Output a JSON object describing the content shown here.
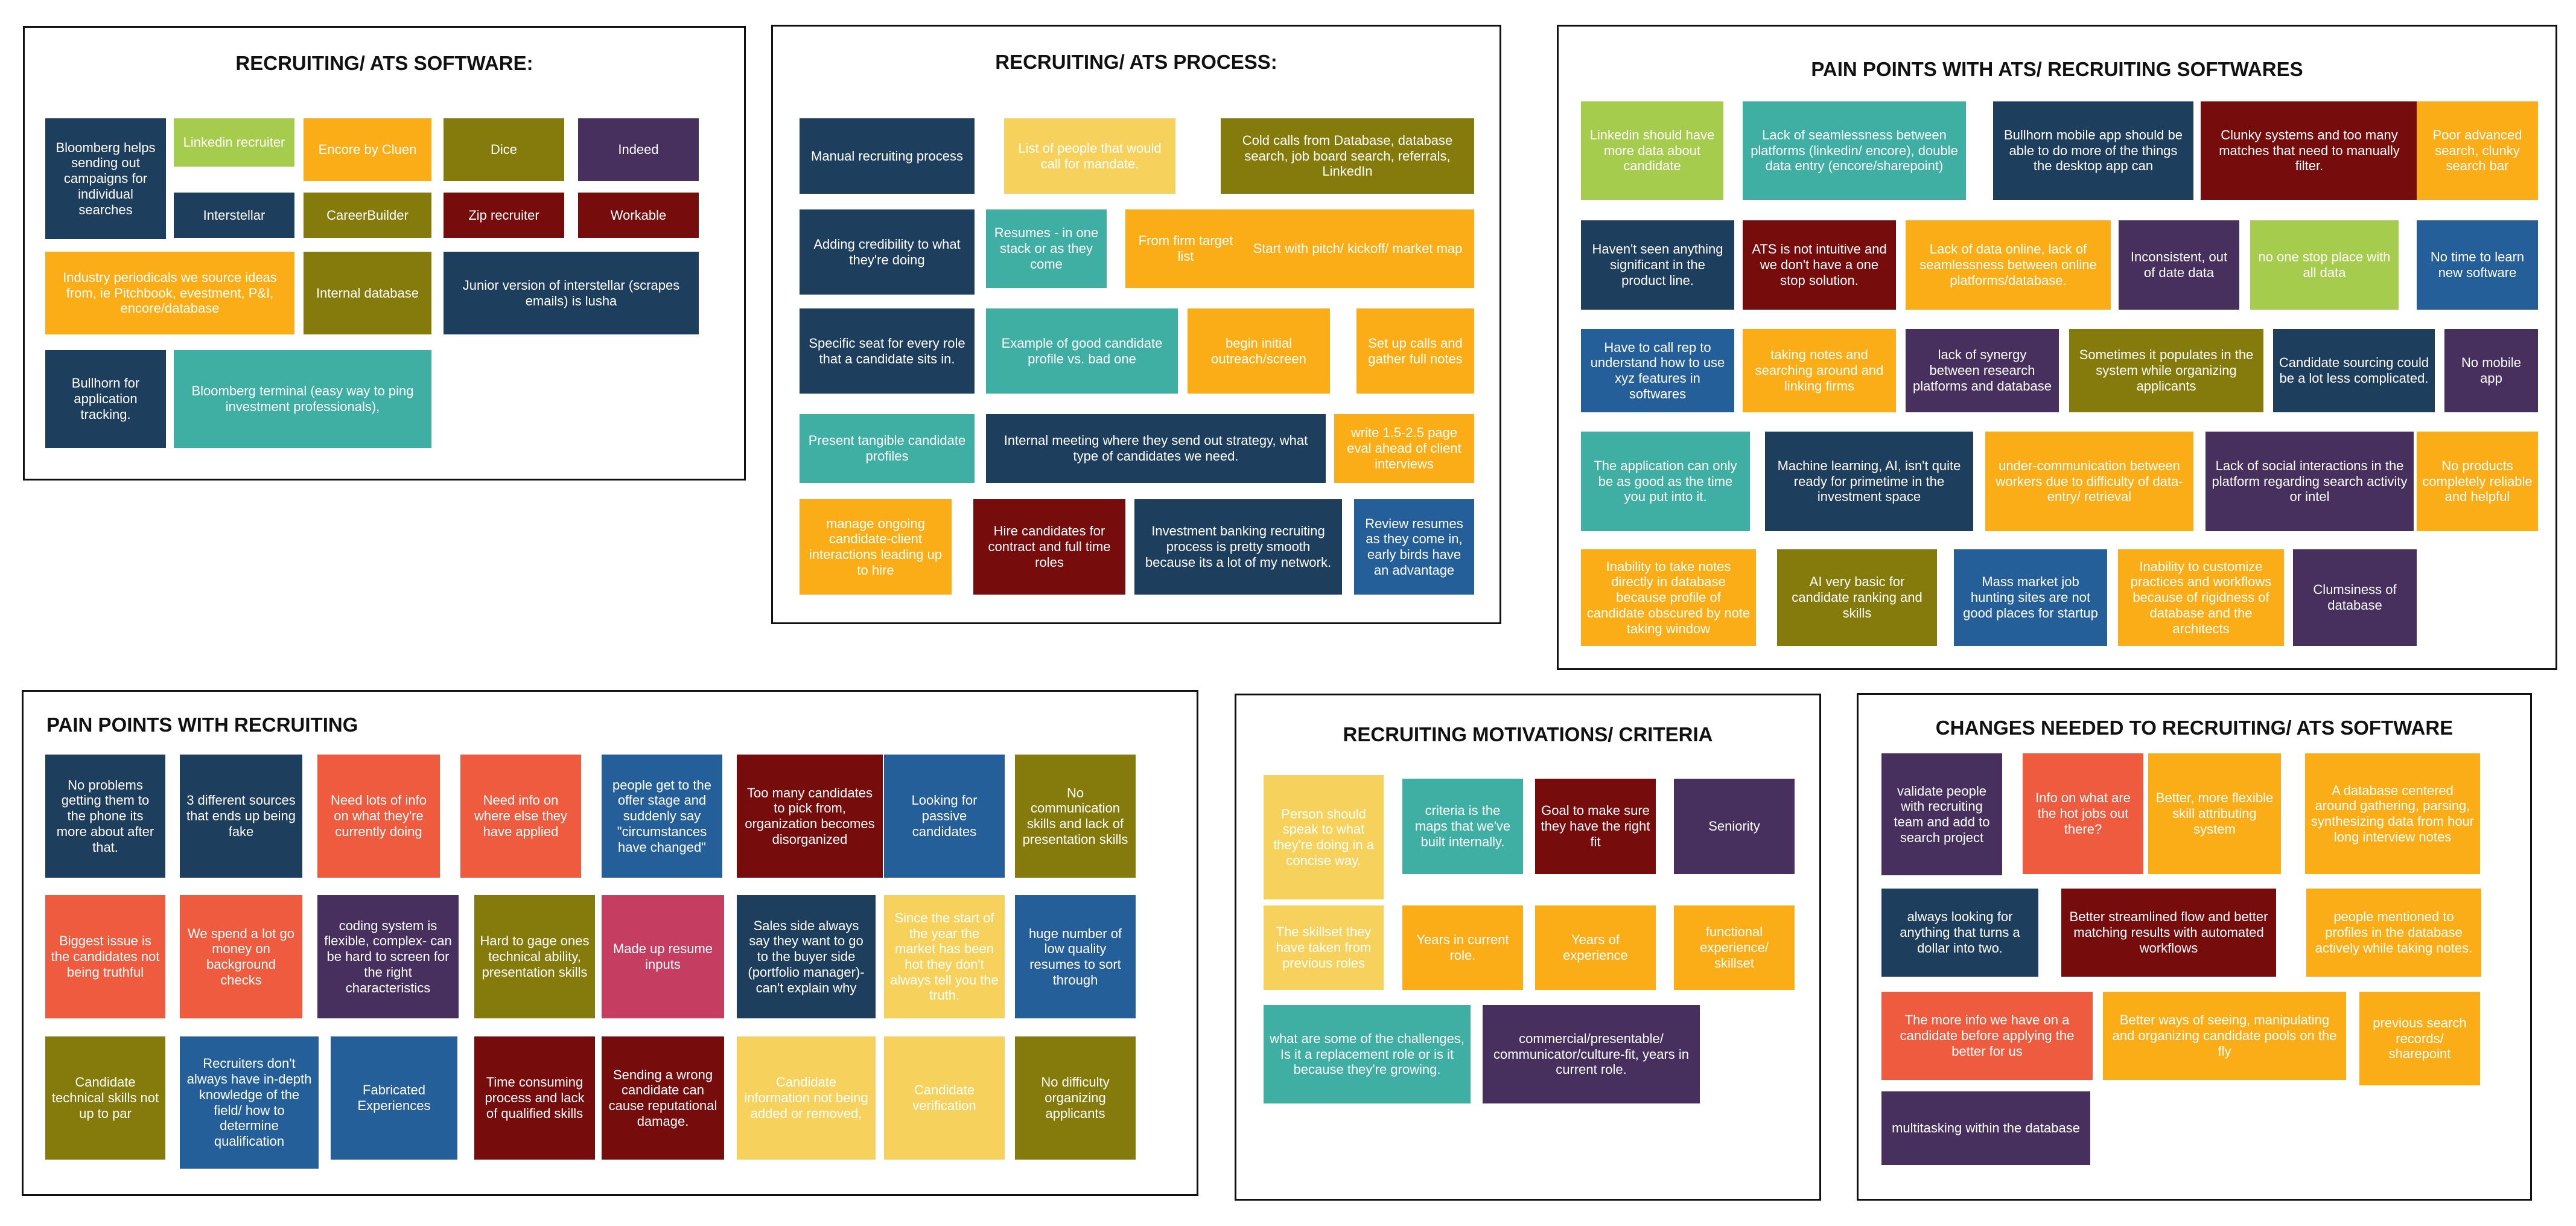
{
  "colors": {
    "navy": "#1d3e5c",
    "lime": "#a6cc4e",
    "amber": "#fbad17",
    "olive": "#857b0d",
    "purple": "#472f5e",
    "maroon": "#770c0c",
    "teal": "#3faea3",
    "yellow": "#f6d25c",
    "coral": "#ee5b3e",
    "blue": "#245f99",
    "rose": "#c53d60"
  },
  "panels": [
    {
      "title": "RECRUITING/ ATS SOFTWARE:",
      "notes": [
        {
          "text": "Bloomberg helps sending out campaigns for individual searches",
          "color": "navy"
        },
        {
          "text": "Linkedin recruiter",
          "color": "lime"
        },
        {
          "text": "Encore by Cluen",
          "color": "amber"
        },
        {
          "text": "Dice",
          "color": "olive"
        },
        {
          "text": "Indeed",
          "color": "purple"
        },
        {
          "text": "Interstellar",
          "color": "navy"
        },
        {
          "text": "CareerBuilder",
          "color": "olive"
        },
        {
          "text": "Zip recruiter",
          "color": "maroon"
        },
        {
          "text": "Workable",
          "color": "maroon"
        },
        {
          "text": "Industry periodicals we source ideas from, ie Pitchbook, evestment, P&I, encore/database",
          "color": "amber"
        },
        {
          "text": "Internal database",
          "color": "olive"
        },
        {
          "text": "Junior version of interstellar (scrapes emails) is lusha",
          "color": "navy"
        },
        {
          "text": "Bullhorn for application tracking.",
          "color": "navy"
        },
        {
          "text": "Bloomberg terminal (easy way to ping investment professionals),",
          "color": "teal"
        }
      ]
    },
    {
      "title": "RECRUITING/ ATS PROCESS:",
      "notes": [
        {
          "text": "Manual recruiting process",
          "color": "navy"
        },
        {
          "text": "List of people that would call for mandate.",
          "color": "yellow"
        },
        {
          "text": "Cold calls from Database, database search, job board search, referrals, LinkedIn",
          "color": "olive"
        },
        {
          "text": "Adding credibility to what they're doing",
          "color": "navy"
        },
        {
          "text": "Resumes - in one stack or as they come",
          "color": "teal"
        },
        {
          "text": "From firm target list",
          "color": "amber"
        },
        {
          "text": "Start with pitch/ kickoff/ market map",
          "color": "amber"
        },
        {
          "text": "Specific seat for every role that a candidate sits in.",
          "color": "navy"
        },
        {
          "text": "Example of good candidate profile vs. bad one",
          "color": "teal"
        },
        {
          "text": "begin initial outreach/screen",
          "color": "amber"
        },
        {
          "text": "Set up calls and gather full notes",
          "color": "amber"
        },
        {
          "text": "Present tangible candidate profiles",
          "color": "teal"
        },
        {
          "text": "Internal meeting where they send out strategy, what type of candidates we need.",
          "color": "navy"
        },
        {
          "text": "write 1.5-2.5 page eval ahead of client interviews",
          "color": "amber"
        },
        {
          "text": "manage ongoing candidate-client interactions leading up to hire",
          "color": "amber"
        },
        {
          "text": "Hire candidates for contract and full time roles",
          "color": "maroon"
        },
        {
          "text": "Investment banking recruiting process is pretty smooth because its a lot of my network.",
          "color": "navy"
        },
        {
          "text": "Review resumes as they come in, early birds have an advantage",
          "color": "blue"
        }
      ]
    },
    {
      "title": "PAIN POINTS WITH ATS/ RECRUITING SOFTWARES",
      "notes": [
        {
          "text": "Linkedin should have more data about candidate",
          "color": "lime"
        },
        {
          "text": "Lack of seamlessness between platforms (linkedin/ encore), double data entry (encore/sharepoint)",
          "color": "teal"
        },
        {
          "text": "Bullhorn mobile app should be able to do more of the things the desktop app can",
          "color": "navy"
        },
        {
          "text": "Clunky systems and too many matches that need to manually filter.",
          "color": "maroon"
        },
        {
          "text": "Poor advanced search, clunky search bar",
          "color": "amber"
        },
        {
          "text": "Haven't seen anything significant in the product line.",
          "color": "navy"
        },
        {
          "text": "ATS is not intuitive and we don't have a one stop solution.",
          "color": "maroon"
        },
        {
          "text": "Lack of data online, lack of seamlessness between online platforms/database.",
          "color": "amber"
        },
        {
          "text": "Inconsistent, out of date data",
          "color": "purple"
        },
        {
          "text": "no one stop place with all data",
          "color": "lime"
        },
        {
          "text": "No time to learn new software",
          "color": "blue"
        },
        {
          "text": "Have to call rep to understand how to use xyz features in softwares",
          "color": "blue"
        },
        {
          "text": "taking notes and searching around and linking firms",
          "color": "amber"
        },
        {
          "text": "lack of synergy between research platforms and database",
          "color": "purple"
        },
        {
          "text": "Sometimes it populates in the system while organizing applicants",
          "color": "olive"
        },
        {
          "text": "Candidate sourcing could be a lot less complicated.",
          "color": "navy"
        },
        {
          "text": "No mobile app",
          "color": "purple"
        },
        {
          "text": "The application can only be as good as the time you put into it.",
          "color": "teal"
        },
        {
          "text": "Machine learning, AI, isn't quite ready for primetime in the investment space",
          "color": "navy"
        },
        {
          "text": "under-communication between workers due to difficulty of data-entry/ retrieval",
          "color": "amber"
        },
        {
          "text": "Lack of social interactions in the platform regarding search activity or intel",
          "color": "purple"
        },
        {
          "text": "No products completely reliable and helpful",
          "color": "amber"
        },
        {
          "text": "Inability to take notes directly in database because profile of candidate obscured by note taking window",
          "color": "amber"
        },
        {
          "text": "AI very basic for candidate ranking and skills",
          "color": "olive"
        },
        {
          "text": "Mass market job hunting sites are not good places for startup",
          "color": "blue"
        },
        {
          "text": "Inability to customize practices and workflows because of rigidness of database and the architects",
          "color": "amber"
        },
        {
          "text": "Clumsiness of database",
          "color": "purple"
        }
      ]
    },
    {
      "title": "PAIN POINTS WITH RECRUITING",
      "notes": [
        {
          "text": "No problems getting them to the phone its more about after that.",
          "color": "navy"
        },
        {
          "text": "3 different sources that ends up being fake",
          "color": "navy"
        },
        {
          "text": "Need lots of info on what they're currently doing",
          "color": "coral"
        },
        {
          "text": "Need info on where else they have applied",
          "color": "coral"
        },
        {
          "text": "people get to the offer stage and suddenly say \"circumstances have changed\"",
          "color": "blue"
        },
        {
          "text": "Too many candidates to pick from, organization becomes disorganized",
          "color": "maroon"
        },
        {
          "text": "Looking for passive candidates",
          "color": "blue"
        },
        {
          "text": "No communication skills and lack of presentation skills",
          "color": "olive"
        },
        {
          "text": "Biggest issue is the candidates not being truthful",
          "color": "coral"
        },
        {
          "text": "We spend a lot go money on background checks",
          "color": "coral"
        },
        {
          "text": "coding system is flexible, complex- can be hard to screen for the right characteristics",
          "color": "purple"
        },
        {
          "text": "Hard to gage ones technical ability, presentation skills",
          "color": "olive"
        },
        {
          "text": "Made up resume inputs",
          "color": "rose"
        },
        {
          "text": "Sales side always say they want to go to the buyer side (portfolio manager)- can't explain why",
          "color": "navy"
        },
        {
          "text": "Since the start of the year the market has been hot they don't always tell you the truth.",
          "color": "yellow"
        },
        {
          "text": "huge number of low quality resumes to sort through",
          "color": "blue"
        },
        {
          "text": "Candidate technical skills not up to par",
          "color": "olive"
        },
        {
          "text": "Recruiters don't always have in-depth knowledge of the field/ how to determine qualification",
          "color": "blue"
        },
        {
          "text": "Fabricated Experiences",
          "color": "blue"
        },
        {
          "text": "Time consuming process and lack of qualified skills",
          "color": "maroon"
        },
        {
          "text": "Sending a wrong candidate can cause reputational damage.",
          "color": "maroon"
        },
        {
          "text": "Candidate information not being added or removed,",
          "color": "yellow"
        },
        {
          "text": "Candidate verification",
          "color": "yellow"
        },
        {
          "text": "No difficulty organizing applicants",
          "color": "olive"
        }
      ]
    },
    {
      "title": "RECRUITING MOTIVATIONS/ CRITERIA",
      "notes": [
        {
          "text": "Person should speak to what they're doing in a concise way.",
          "color": "yellow"
        },
        {
          "text": "criteria is the maps that we've built internally.",
          "color": "teal"
        },
        {
          "text": "Goal to make sure they have the right fit",
          "color": "maroon"
        },
        {
          "text": "Seniority",
          "color": "purple"
        },
        {
          "text": "The skillset they have taken from previous roles",
          "color": "yellow"
        },
        {
          "text": "Years in current role.",
          "color": "amber"
        },
        {
          "text": "Years of experience",
          "color": "amber"
        },
        {
          "text": "functional experience/ skillset",
          "color": "amber"
        },
        {
          "text": "what are some of the challenges, Is it a replacement role or is it because they're growing.",
          "color": "teal"
        },
        {
          "text": "commercial/presentable/ communicator/culture-fit, years in current role.",
          "color": "purple"
        }
      ]
    },
    {
      "title": "CHANGES NEEDED TO RECRUITING/ ATS SOFTWARE",
      "notes": [
        {
          "text": "validate people with recruiting team and add to search project",
          "color": "purple"
        },
        {
          "text": "Info on what are the hot jobs out there?",
          "color": "coral"
        },
        {
          "text": "Better, more flexible skill attributing system",
          "color": "amber"
        },
        {
          "text": "A database centered around gathering, parsing, synthesizing data from hour long interview notes",
          "color": "amber"
        },
        {
          "text": "always looking for anything that turns a dollar into two.",
          "color": "navy"
        },
        {
          "text": "Better streamlined flow and better matching results with automated workflows",
          "color": "maroon"
        },
        {
          "text": "people mentioned to profiles in the database actively while taking notes.",
          "color": "amber"
        },
        {
          "text": "The more info we have on a candidate before applying the better for us",
          "color": "coral"
        },
        {
          "text": "Better ways of seeing, manipulating and organizing candidate pools on the fly",
          "color": "amber"
        },
        {
          "text": "previous search records/ sharepoint",
          "color": "amber"
        },
        {
          "text": "multitasking within the database",
          "color": "purple"
        }
      ]
    }
  ]
}
